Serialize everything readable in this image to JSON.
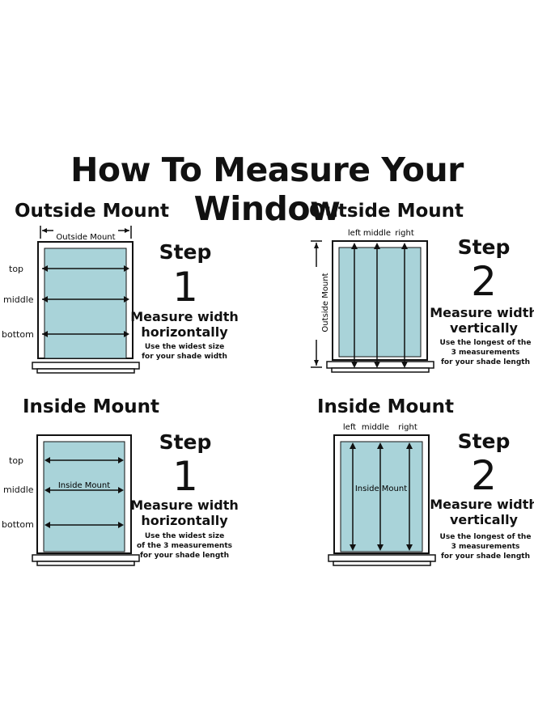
{
  "title": "How To Measure Your Window",
  "panels": {
    "outside_width": {
      "heading": "Outside Mount",
      "width_label": "Outside Mount",
      "row_labels": [
        "top",
        "middle",
        "bottom"
      ],
      "step_word": "Step",
      "step_number": "1",
      "instruction_line1": "Measure width",
      "instruction_line2": "horizontally",
      "note_lines": [
        "Use the widest size",
        "for your shade width"
      ]
    },
    "outside_length": {
      "heading": "Outside Mount",
      "column_labels": [
        "left",
        "middle",
        "right"
      ],
      "height_label": "Outside Mount",
      "step_word": "Step",
      "step_number": "2",
      "instruction_line1": "Measure width",
      "instruction_line2": "vertically",
      "note_lines": [
        "Use the longest of the",
        "3 measurements",
        "for your shade length"
      ]
    },
    "inside_width": {
      "heading": "Inside Mount",
      "width_label": "Inside Mount",
      "row_labels": [
        "top",
        "middle",
        "bottom"
      ],
      "step_word": "Step",
      "step_number": "1",
      "instruction_line1": "Measure width",
      "instruction_line2": "horizontally",
      "note_lines": [
        "Use the widest size",
        "of the 3 measurements",
        "for your shade length"
      ]
    },
    "inside_length": {
      "heading": "Inside Mount",
      "column_labels": [
        "left",
        "middle",
        "right"
      ],
      "height_label": "Inside Mount",
      "step_word": "Step",
      "step_number": "2",
      "instruction_line1": "Measure width",
      "instruction_line2": "vertically",
      "note_lines": [
        "Use the longest of the",
        "3 measurements",
        "for your shade length"
      ]
    }
  },
  "colors": {
    "glass": "#a9d3d9",
    "frame": "#111111",
    "background": "#ffffff"
  }
}
